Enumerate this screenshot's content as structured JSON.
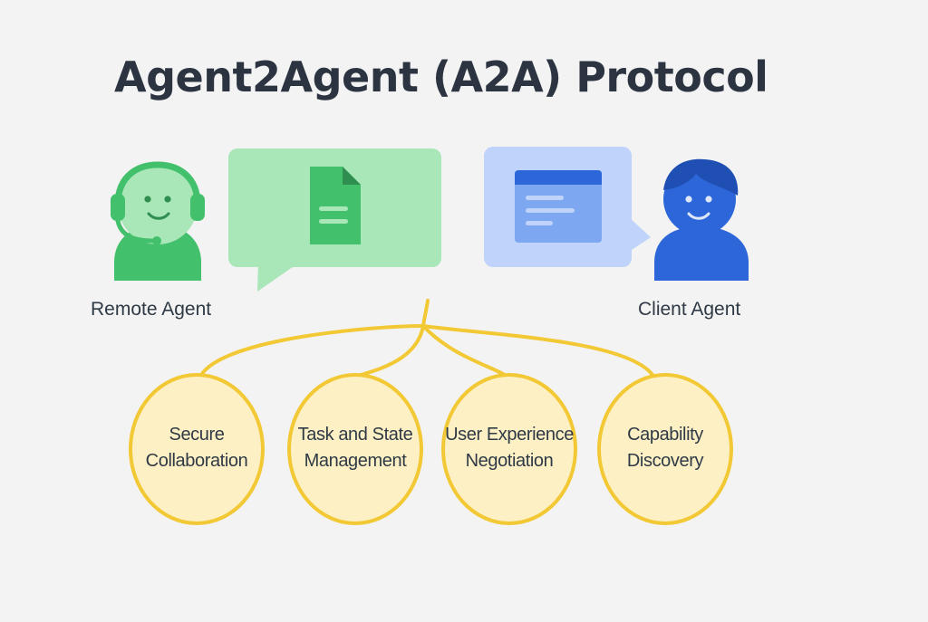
{
  "title": "Agent2Agent (A2A) Protocol",
  "agents": {
    "remote": {
      "label": "Remote Agent",
      "color": "#43c06c"
    },
    "client": {
      "label": "Client Agent",
      "color": "#2c66d8"
    }
  },
  "bubbles": {
    "remote": {
      "fill": "#a9e6b8",
      "icon": "document-icon"
    },
    "client": {
      "fill": "#bfd3fb",
      "icon": "window-icon"
    }
  },
  "connector_color": "#f2c935",
  "nodes": [
    {
      "line1": "Secure",
      "line2": "Collaboration"
    },
    {
      "line1": "Task and State",
      "line2": "Management"
    },
    {
      "line1": "User Experience",
      "line2": "Negotiation"
    },
    {
      "line1": "Capability",
      "line2": "Discovery"
    }
  ],
  "node_fill": "#fdf0c4"
}
